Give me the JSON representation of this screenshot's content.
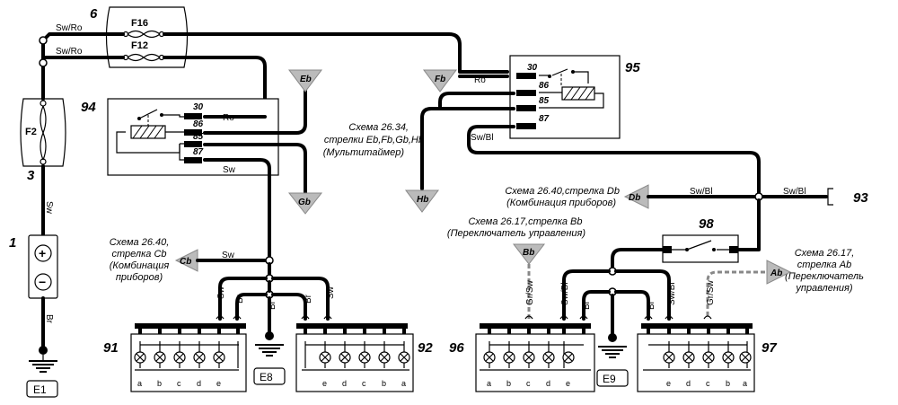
{
  "components": {
    "c1": "1",
    "c3": "3",
    "c6": "6",
    "c91": "91",
    "c92": "92",
    "c93": "93",
    "c94": "94",
    "c95": "95",
    "c96": "96",
    "c97": "97",
    "c98": "98"
  },
  "fuses": {
    "f16": "F16",
    "f12": "F12",
    "f2": "F2"
  },
  "grounds": {
    "e1": "E1",
    "e8": "E8",
    "e9": "E9"
  },
  "wires": {
    "sw_ro_1": "Sw/Ro",
    "sw_ro_2": "Sw/Ro",
    "ro_94": "Ro",
    "ro_95": "Ro",
    "sw_94": "Sw",
    "sw_cb": "Sw",
    "sw_fuse": "Sw",
    "br_batt": "Br",
    "sw_bl_95": "Sw/Bl",
    "sw_bl_db": "Sw/Bl",
    "sw_bl_93": "Sw/Bl",
    "sw_91": "Sw",
    "br_91": "Br",
    "br_e8": "Br",
    "br_92": "Br",
    "sw_92": "Sw",
    "gr_sw_96": "Gr/Sw",
    "sw_bl_96": "Sw/Bl",
    "br_96": "Br",
    "br_97": "Br",
    "sw_bl_97": "Sw/Bl",
    "gr_sw_97": "Gr/Sw"
  },
  "relay_pins": {
    "r94_30": "30",
    "r94_86": "86",
    "r94_85": "85",
    "r94_87": "87",
    "r95_30": "30",
    "r95_86": "86",
    "r95_85": "85",
    "r95_87": "87"
  },
  "arrows": {
    "eb": "Eb",
    "fb": "Fb",
    "gb": "Gb",
    "hb": "Hb",
    "cb": "Cb",
    "db": "Db",
    "bb": "Bb",
    "ab": "Ab"
  },
  "notes": {
    "n2634": [
      "Схема 26.34,",
      "стрелки Eb,Fb,Gb,Hb",
      "(Мультитаймер)"
    ],
    "n2640a": [
      "Схема 26.40,",
      "стрелка Cb",
      "(Комбинация",
      "приборов)"
    ],
    "n2640b": [
      "Схема 26.40,стрелка Db",
      "(Комбинация приборов)"
    ],
    "n2617b": [
      "Схема 26.17,стрелка Bb",
      "(Переключатель управления)"
    ],
    "n2617a": [
      "Схема 26.17,",
      "стрелка Ab",
      "(Переключатель",
      "управления)"
    ]
  },
  "pins": {
    "b91": [
      "a",
      "b",
      "c",
      "d",
      "e"
    ],
    "b92": [
      "e",
      "d",
      "c",
      "b",
      "a"
    ],
    "b96": [
      "a",
      "b",
      "c",
      "d",
      "e"
    ],
    "b97": [
      "e",
      "d",
      "c",
      "b",
      "a"
    ]
  },
  "battery": {
    "plus": "+",
    "minus": "−"
  }
}
